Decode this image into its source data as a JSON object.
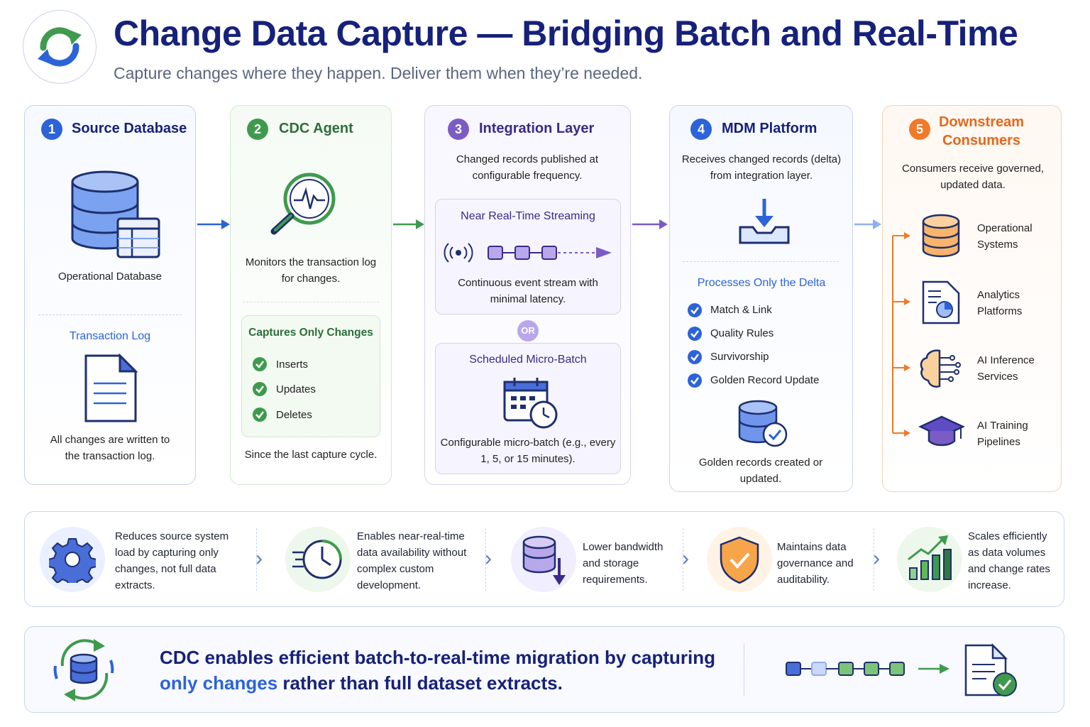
{
  "header": {
    "title": "Change Data Capture — Bridging Batch and Real-Time",
    "subtitle": "Capture changes where they happen. Deliver them when they’re needed."
  },
  "stages": {
    "source": {
      "number": "1",
      "title": "Source Database",
      "db_label": "Operational Database",
      "log_title": "Transaction Log",
      "log_desc": "All changes are written to the transaction log."
    },
    "agent": {
      "number": "2",
      "title": "CDC Agent",
      "desc": "Monitors the transaction log for changes.",
      "box_title": "Captures Only Changes",
      "items": [
        "Inserts",
        "Updates",
        "Deletes"
      ],
      "footer": "Since the last capture cycle."
    },
    "integration": {
      "number": "3",
      "title": "Integration Layer",
      "desc": "Changed records published at configurable frequency.",
      "streaming_title": "Near Real-Time Streaming",
      "streaming_desc": "Continuous event stream with minimal latency.",
      "or_label": "OR",
      "batch_title": "Scheduled Micro-Batch",
      "batch_desc": "Configurable micro-batch (e.g., every 1, 5, or 15 minutes)."
    },
    "mdm": {
      "number": "4",
      "title": "MDM Platform",
      "desc": "Receives changed records (delta) from integration layer.",
      "delta_title": "Processes Only the Delta",
      "items": [
        "Match & Link",
        "Quality Rules",
        "Survivorship",
        "Golden Record Update"
      ],
      "footer": "Golden records created or updated."
    },
    "consumers": {
      "number": "5",
      "title": "Downstream Consumers",
      "desc": "Consumers receive governed, updated data.",
      "items": [
        "Operational Systems",
        "Analytics Platforms",
        "AI Inference Services",
        "AI Training Pipelines"
      ]
    }
  },
  "benefits": [
    "Reduces source system load by capturing only changes, not full data extracts.",
    "Enables near-real-time data availability without complex custom development.",
    "Lower bandwidth and storage requirements.",
    "Maintains data governance and auditability.",
    "Scales efficiently as data volumes and change rates increase."
  ],
  "bottom": {
    "line1": "CDC enables efficient batch-to-real-time migration by capturing",
    "highlight": "only changes",
    "line2_rest": " rather than full dataset extracts."
  },
  "colors": {
    "navy": "#16217a",
    "blue": "#2d63d8",
    "green": "#3f9a4e",
    "purple": "#7a5cc4",
    "orange": "#f07a2a"
  }
}
